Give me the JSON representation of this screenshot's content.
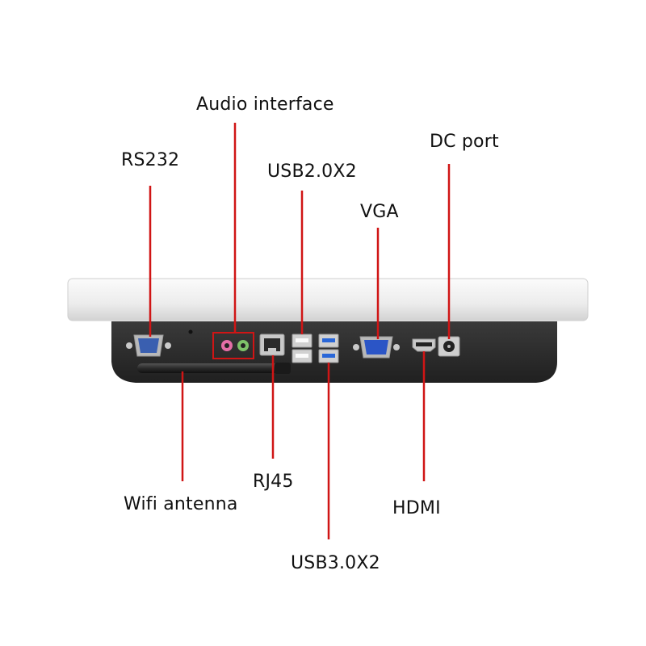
{
  "labels": {
    "audio": "Audio interface",
    "rs232": "RS232",
    "usb2": "USB2.0X2",
    "vga": "VGA",
    "dc": "DC port",
    "rj45": "RJ45",
    "wifi": "Wifi antenna",
    "hdmi": "HDMI",
    "usb3": "USB3.0X2"
  },
  "colors": {
    "callout_line": "#d01515",
    "panel_bezel": "#eeeeee",
    "chassis": "#2c2c2c",
    "vga_port": "#2b55c6",
    "usb3_port": "#2a67d8"
  }
}
